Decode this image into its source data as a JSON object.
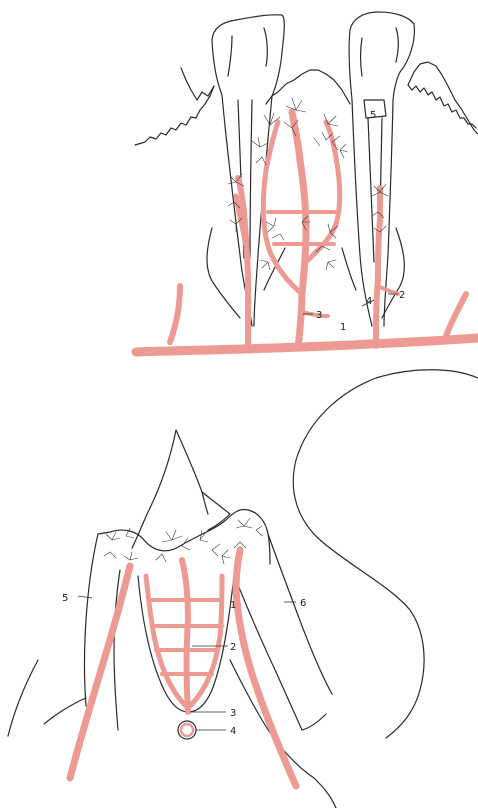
{
  "figure": {
    "upper": {
      "labels": {
        "l1": "1",
        "l2": "2",
        "l3": "3",
        "l4": "4",
        "l5": "5"
      }
    },
    "lower": {
      "labels": {
        "l1": "1",
        "l2": "2",
        "l3": "3",
        "l4": "4",
        "l5": "5",
        "l6": "6"
      }
    }
  },
  "colors": {
    "vessel": "#ec9a92",
    "vessel_edge": "#b86a62",
    "ink": "#2a2a2a",
    "background": "#ffffff"
  }
}
